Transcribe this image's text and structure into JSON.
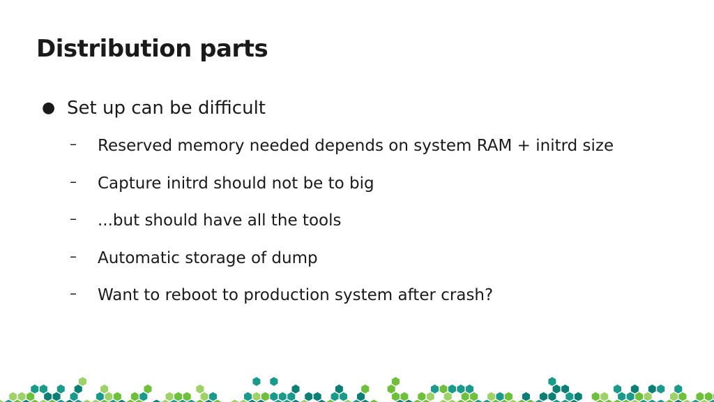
{
  "slide": {
    "title": "Distribution parts",
    "bullet": {
      "marker": "●",
      "text": "Set up can be difficult"
    },
    "subbullet_marker": "–",
    "subbullets": [
      "Reserved memory needed depends on system RAM + initrd size",
      "Capture initrd should not be to big",
      "...but should have all the tools",
      "Automatic storage of dump",
      "Want to reboot to production system after crash?"
    ]
  },
  "colors": {
    "text": "#1a1a1a",
    "background": "#ffffff",
    "hex_green": "#6ebf3b",
    "hex_teal": "#1a9a8a",
    "hex_dark_teal": "#0c7f74",
    "hex_light_green": "#9fd16a"
  }
}
